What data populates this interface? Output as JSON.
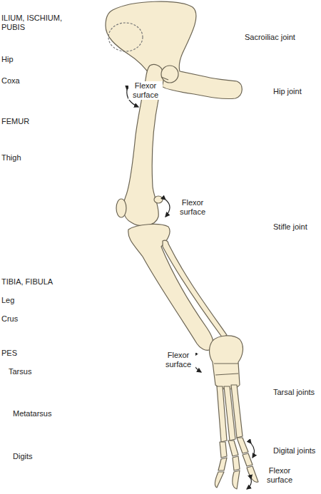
{
  "diagram": {
    "labels": [
      "ILIUM, ISCHIUM, PUBIS",
      "Hip",
      "Coxa",
      "FEMUR",
      "Thigh",
      "TIBIA, FIBULA",
      "Leg",
      "Crus",
      "PES",
      "Tarsus",
      "Metatarsus",
      "Digits",
      "Sacroiliac joint",
      "Hip joint",
      "Stifle joint",
      "Tarsal joints",
      "Digital joints",
      "Flexor surface",
      "Flexor surface",
      "Flexor surface",
      "Flexor surface"
    ]
  }
}
